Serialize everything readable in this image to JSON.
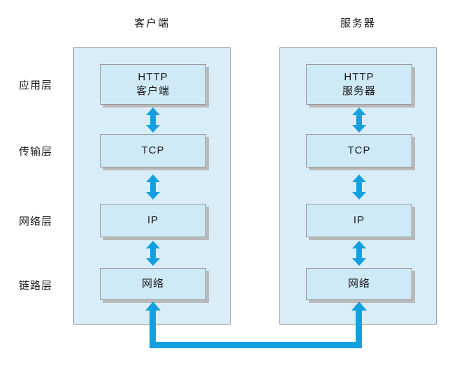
{
  "diagram": {
    "layer_labels": [
      "应用层",
      "传输层",
      "网络层",
      "链路层"
    ],
    "client": {
      "title": "客户端",
      "box1_line1": "HTTP",
      "box1_line2": "客户端",
      "box2": "TCP",
      "box3": "IP",
      "box4": "网络"
    },
    "server": {
      "title": "服务器",
      "box1_line1": "HTTP",
      "box1_line2": "服务器",
      "box2": "TCP",
      "box3": "IP",
      "box4": "网络"
    },
    "colors": {
      "container_fill": "#d9edf9",
      "box_fill": "#cfeaf7",
      "arrow_blue": "#14a0df",
      "shadow_gray": "#b9b9b9"
    }
  }
}
